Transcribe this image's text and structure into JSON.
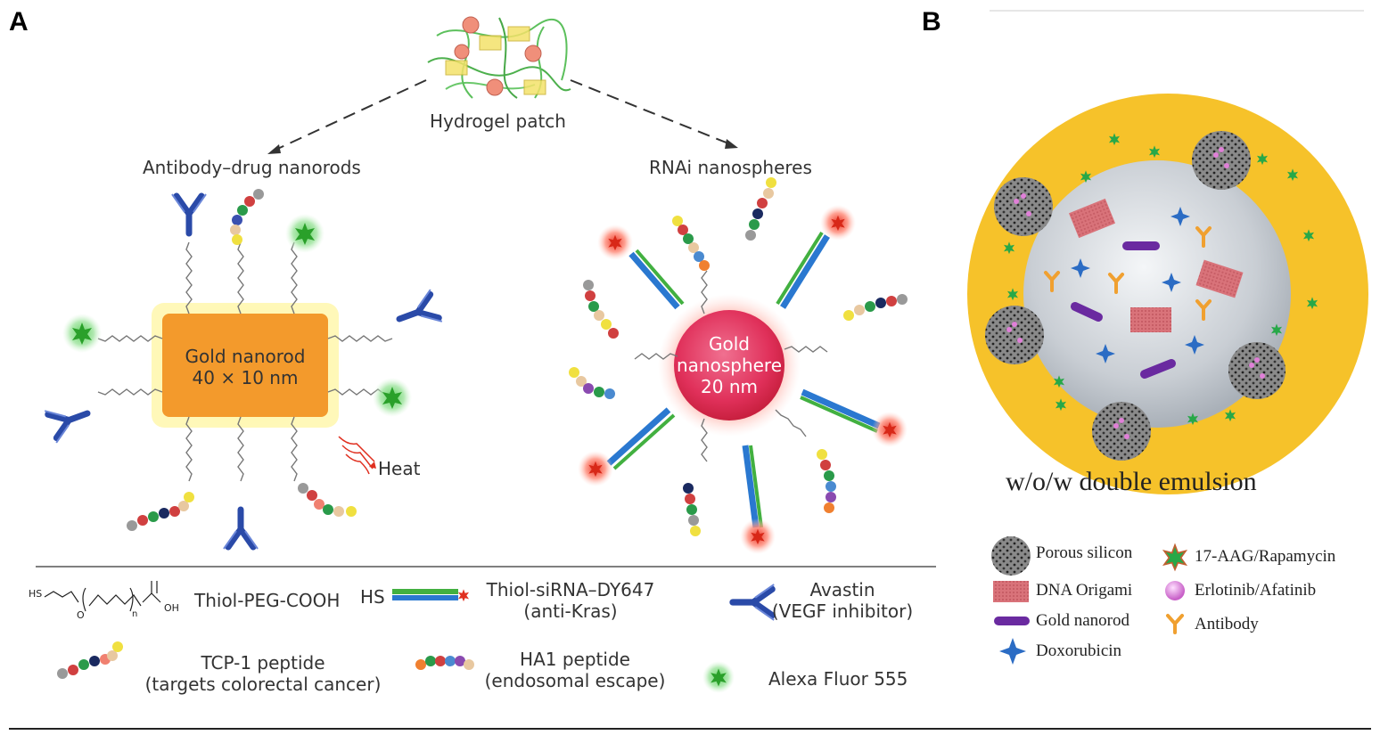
{
  "panel_a": {
    "letter": "A",
    "hydrogel_label": "Hydrogel patch",
    "left_branch": "Antibody–drug nanorods",
    "right_branch": "RNAi nanospheres",
    "nanorod_line1": "Gold nanorod",
    "nanorod_line2": "40 × 10 nm",
    "nanosphere_line1": "Gold",
    "nanosphere_line2": "nanosphere",
    "nanosphere_line3": "20 nm",
    "heat_label": "Heat",
    "legend": {
      "peg_hs": "HS",
      "peg_n": "n",
      "peg_oh": "OH",
      "peg_o": "O",
      "peg_label": "Thiol-PEG-COOH",
      "sirna_hs": "HS",
      "sirna_label1": "Thiol-siRNA–DY647",
      "sirna_label2": "(anti-Kras)",
      "avastin_label1": "Avastin",
      "avastin_label2": "(VEGF inhibitor)",
      "tcp_label1": "TCP-1 peptide",
      "tcp_label2": "(targets colorectal cancer)",
      "ha1_label1": "HA1 peptide",
      "ha1_label2": "(endosomal escape)",
      "alexa_label": "Alexa Fluor 555"
    }
  },
  "panel_b": {
    "letter": "B",
    "caption": "w/o/w double emulsion",
    "legend": [
      "Porous silicon",
      "17-AAG/Rapamycin",
      "DNA Origami",
      "Erlotinib/Afatinib",
      "Gold nanorod",
      "Antibody",
      "Doxorubicin"
    ]
  },
  "colors": {
    "gold_rod": "#f39a2c",
    "nanosphere": "#e0405a",
    "antibody": "#2a4aa8",
    "fluor_green": "#3cbf3c",
    "dye_red": "#e03020",
    "emulsion_yellow": "#f6c22a",
    "origami": "#d9737a",
    "nanorod_purple": "#6a2aa0",
    "dox_blue": "#2b6cc4"
  }
}
